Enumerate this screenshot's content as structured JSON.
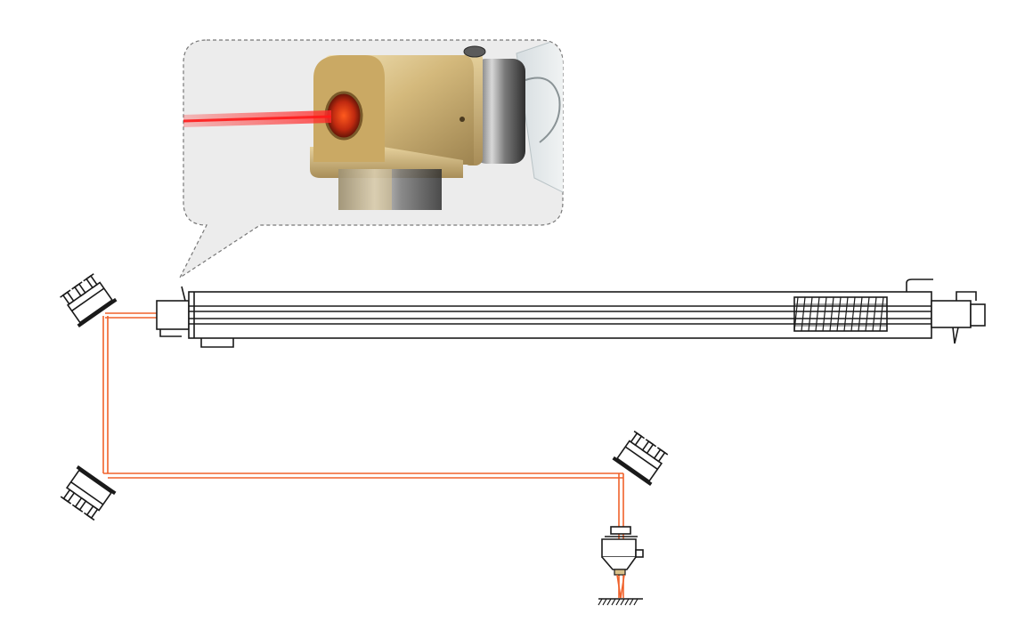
{
  "diagram": {
    "beam_color": "#f0622b",
    "laser_color": "#ff3b3b",
    "callout_bg": "#ececec",
    "callout_border": "#777777",
    "nozzle_color": "#d8c08a",
    "components": [
      "inset-photo-red-pointer",
      "laser-tube",
      "reflector-mirror-1",
      "reflector-mirror-2",
      "reflector-mirror-3",
      "laser-head"
    ]
  }
}
